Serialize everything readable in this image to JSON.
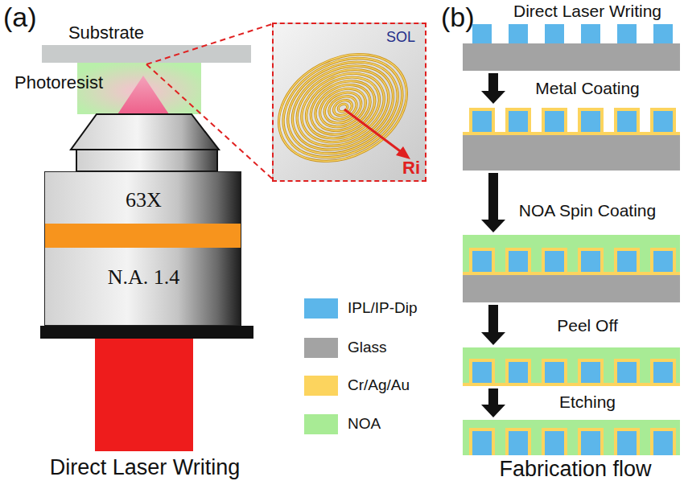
{
  "diagram": {
    "nodes": [
      {
        "text": [
          "63X",
          "N.A. 1.4"
        ]
      },
      {
        "text": [
          "SOL",
          "Ri"
        ]
      },
      {
        "text": [
          "Direct Laser Writing"
        ]
      },
      {
        "text": [
          "Metal Coating"
        ]
      },
      {
        "text": [
          "NOA Spin Coating"
        ]
      },
      {
        "text": [
          "Peel Off"
        ]
      },
      {
        "text": [
          "Etching"
        ]
      }
    ],
    "edges": [
      {
        "from": 2,
        "to": 3,
        "arrow": "to"
      },
      {
        "from": 3,
        "to": 4,
        "arrow": "to"
      },
      {
        "from": 4,
        "to": 5,
        "arrow": "to"
      },
      {
        "from": 5,
        "to": 6,
        "arrow": "to"
      }
    ],
    "labels": [
      "(a)",
      "Substrate",
      "Photoresist",
      "Direct Laser Writing",
      "(b)",
      "Fabrication flow"
    ],
    "legend": [
      {
        "text": "IPL/IP-Dip",
        "color": "#5cb6ea"
      },
      {
        "text": "Glass",
        "color": "#a3a3a3"
      },
      {
        "text": "Cr/Ag/Au",
        "color": "#fcd45e"
      },
      {
        "text": "NOA",
        "color": "#a8eb95"
      }
    ]
  }
}
